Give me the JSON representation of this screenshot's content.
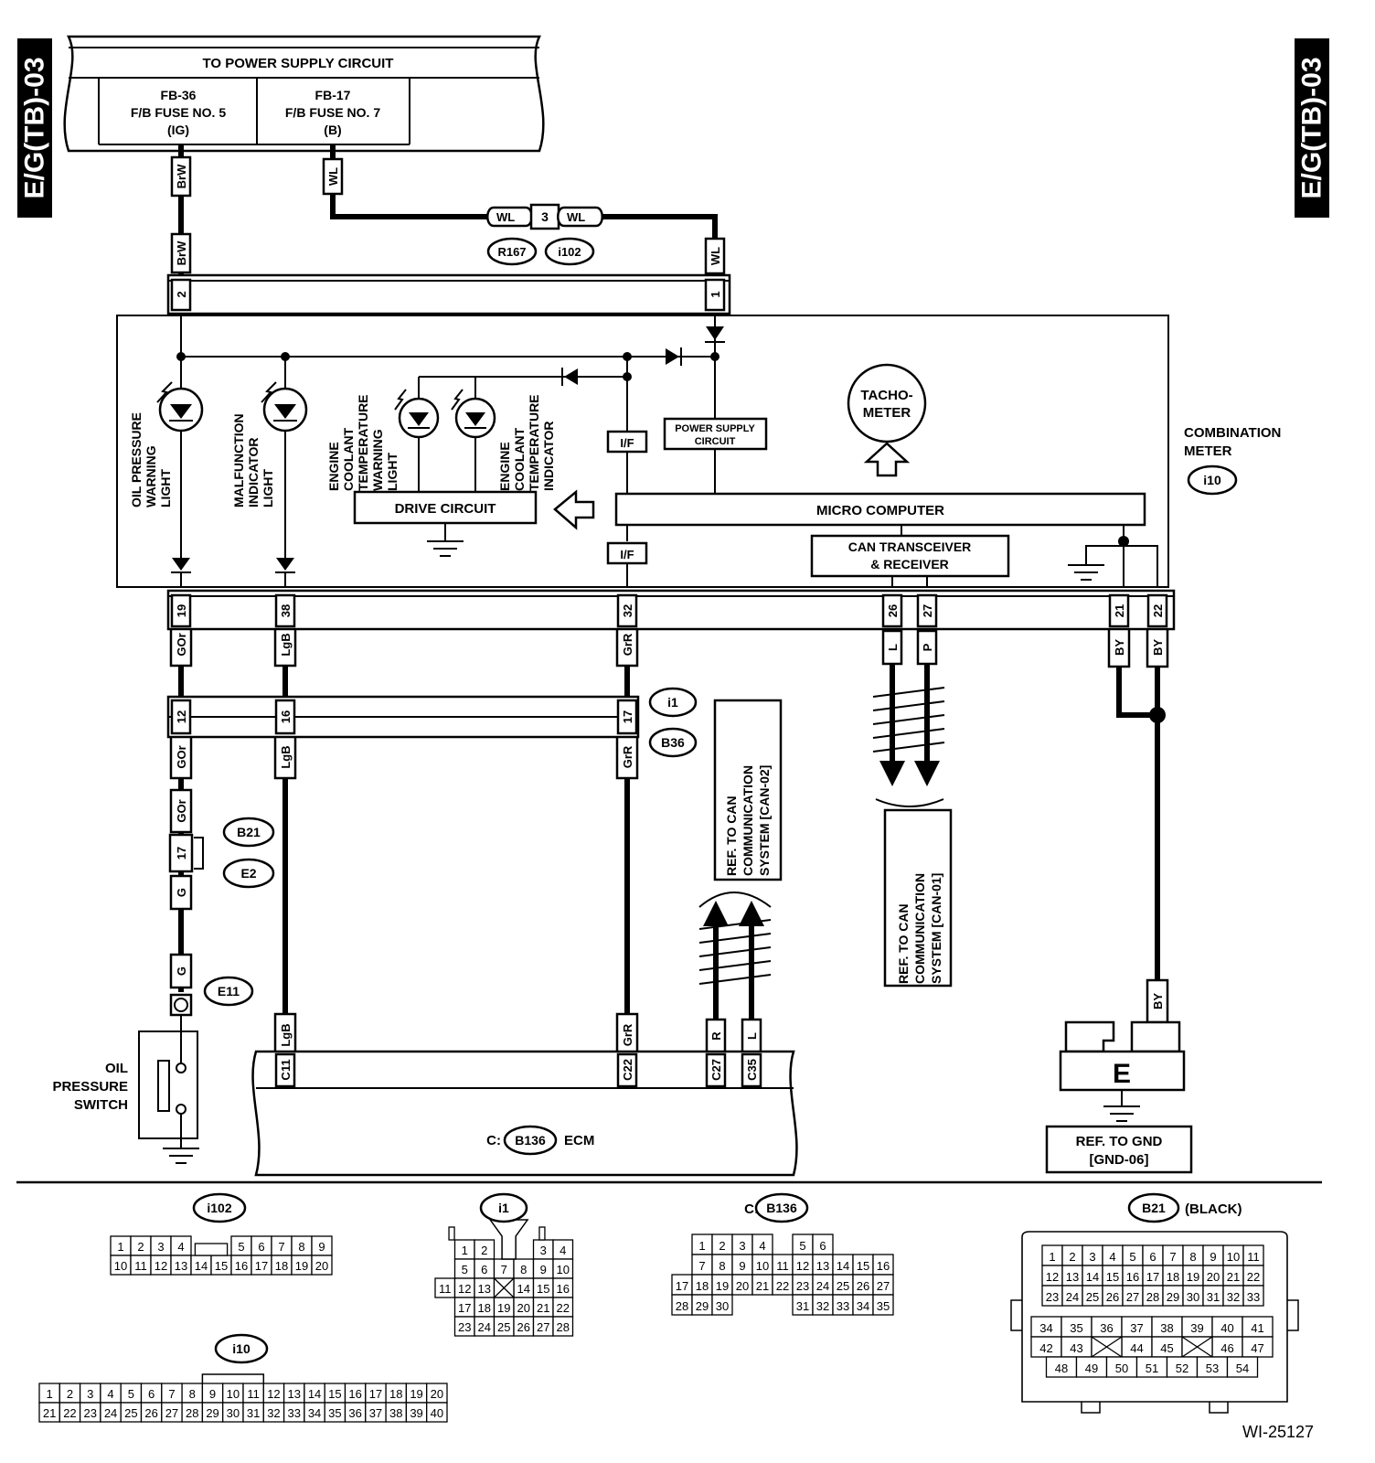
{
  "side_tabs": [
    "E/G(TB)-03",
    "E/G(TB)-03"
  ],
  "power_supply": {
    "title": "TO POWER SUPPLY CIRCUIT",
    "fuse1": [
      "FB-36",
      "F/B FUSE NO. 5",
      "(IG)"
    ],
    "fuse2": [
      "FB-17",
      "F/B FUSE NO. 7",
      "(B)"
    ]
  },
  "wires": {
    "brw": "BrW",
    "wl": "WL",
    "gor": "GOr",
    "lgb": "LgB",
    "grr": "GrR",
    "l": "L",
    "p": "P",
    "by": "BY",
    "g": "G",
    "r": "R"
  },
  "splice": {
    "pin": "3",
    "connectors": [
      "R167",
      "i102"
    ]
  },
  "meter_top_pins": [
    "2",
    "1"
  ],
  "combination_meter": {
    "label": [
      "COMBINATION",
      "METER"
    ],
    "connector": "i10",
    "lamps": {
      "oil": [
        "OIL PRESSURE",
        "WARNING",
        "LIGHT"
      ],
      "mil": [
        "MALFUNCTION",
        "INDICATOR",
        "LIGHT"
      ],
      "ect_warn": [
        "ENGINE",
        "COOLANT",
        "TEMPERATURE",
        "WARNING",
        "LIGHT"
      ],
      "ect_ind": [
        "ENGINE",
        "COOLANT",
        "TEMPERATURE",
        "INDICATOR"
      ]
    },
    "tachometer": [
      "TACHO-",
      "METER"
    ],
    "power_supply_circuit": [
      "POWER SUPPLY",
      "CIRCUIT"
    ],
    "if_label": "I/F",
    "drive_circuit": "DRIVE CIRCUIT",
    "micro_computer": "MICRO COMPUTER",
    "can_transceiver": [
      "CAN TRANSCEIVER",
      "& RECEIVER"
    ]
  },
  "meter_bottom_pins": [
    "19",
    "38",
    "32",
    "26",
    "27",
    "21",
    "22"
  ],
  "harness_connector": {
    "pins": [
      "12",
      "16",
      "17"
    ],
    "names": [
      "i1",
      "B36"
    ]
  },
  "b21_e2": {
    "pin": "17",
    "names": [
      "B21",
      "E2"
    ]
  },
  "oil_switch": {
    "connector": "E11",
    "label": [
      "OIL",
      "PRESSURE",
      "SWITCH"
    ]
  },
  "can_refs": {
    "can02": [
      "REF. TO CAN",
      "COMMUNICATION",
      "SYSTEM [CAN-02]"
    ],
    "can01": [
      "REF. TO CAN",
      "COMMUNICATION",
      "SYSTEM [CAN-01]"
    ]
  },
  "ecm": {
    "prefix": "C:",
    "connector": "B136",
    "label": "ECM",
    "pins": [
      "C11",
      "C22",
      "C27",
      "C35"
    ]
  },
  "ground": {
    "symbol": "E",
    "ref": [
      "REF. TO GND",
      "[GND-06]"
    ]
  },
  "connector_views": {
    "i102": {
      "name": "i102",
      "rows": [
        [
          "1",
          "2",
          "3",
          "4",
          "5",
          "6",
          "7",
          "8",
          "9"
        ],
        [
          "10",
          "11",
          "12",
          "13",
          "14",
          "15",
          "16",
          "17",
          "18",
          "19",
          "20"
        ]
      ]
    },
    "i1": {
      "name": "i1",
      "rows": [
        [
          "1",
          "2",
          "3",
          "4"
        ],
        [
          "5",
          "6",
          "7",
          "8",
          "9",
          "10"
        ],
        [
          "11",
          "12",
          "13",
          "14",
          "15",
          "16"
        ],
        [
          "17",
          "18",
          "19",
          "20",
          "21",
          "22"
        ],
        [
          "23",
          "24",
          "25",
          "26",
          "27",
          "28"
        ]
      ]
    },
    "b136": {
      "prefix": "C:",
      "name": "B136",
      "rows": [
        [
          "1",
          "2",
          "3",
          "4",
          "5",
          "6"
        ],
        [
          "7",
          "8",
          "9",
          "10",
          "11",
          "12",
          "13",
          "14",
          "15",
          "16"
        ],
        [
          "17",
          "18",
          "19",
          "20",
          "21",
          "22",
          "23",
          "24",
          "25",
          "26",
          "27"
        ],
        [
          "28",
          "29",
          "30",
          "31",
          "32",
          "33",
          "34",
          "35"
        ]
      ]
    },
    "b21": {
      "name": "B21",
      "note": "(BLACK)",
      "rows": [
        [
          "1",
          "2",
          "3",
          "4",
          "5",
          "6",
          "7",
          "8",
          "9",
          "10",
          "11"
        ],
        [
          "12",
          "13",
          "14",
          "15",
          "16",
          "17",
          "18",
          "19",
          "20",
          "21",
          "22"
        ],
        [
          "23",
          "24",
          "25",
          "26",
          "27",
          "28",
          "29",
          "30",
          "31",
          "32",
          "33"
        ],
        [
          "34",
          "35",
          "36",
          "37",
          "38",
          "39",
          "40",
          "41"
        ],
        [
          "42",
          "43",
          "44",
          "45",
          "46",
          "47"
        ],
        [
          "48",
          "49",
          "50",
          "51",
          "52",
          "53",
          "54"
        ]
      ]
    },
    "i10": {
      "name": "i10",
      "rows": [
        [
          "1",
          "2",
          "3",
          "4",
          "5",
          "6",
          "7",
          "8",
          "9",
          "10",
          "11",
          "12",
          "13",
          "14",
          "15",
          "16",
          "17",
          "18",
          "19",
          "20"
        ],
        [
          "21",
          "22",
          "23",
          "24",
          "25",
          "26",
          "27",
          "28",
          "29",
          "30",
          "31",
          "32",
          "33",
          "34",
          "35",
          "36",
          "37",
          "38",
          "39",
          "40"
        ]
      ]
    }
  },
  "figure_id": "WI-25127"
}
